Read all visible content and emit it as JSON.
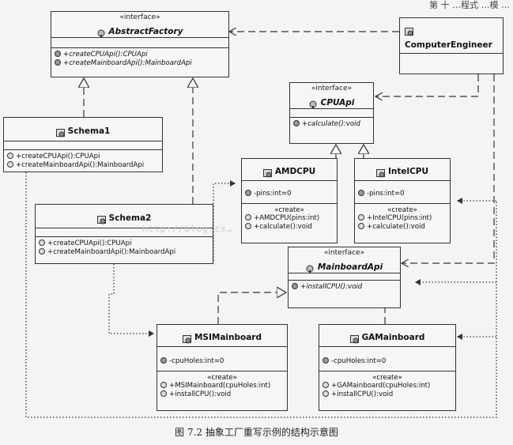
{
  "top_fragment": "第 十 …程式 …模 …",
  "caption": "图 7.2    抽象工厂重写示例的结构示意图",
  "watermark": "http://blog.cs…",
  "classes": {
    "abstract_factory": {
      "stereotype": "«interface»",
      "name": "AbstractFactory",
      "ops": [
        "+createCPUApi():CPUApi",
        "+createMainboardApi():MainboardApi"
      ]
    },
    "computer_engineer": {
      "name": "ComputerEngineer"
    },
    "cpu_api": {
      "stereotype": "«interface»",
      "name": "CPUApi",
      "ops": [
        "+calculate():void"
      ]
    },
    "schema1": {
      "name": "Schema1",
      "ops": [
        "+createCPUApi():CPUApi",
        "+createMainboardApi():MainboardApi"
      ]
    },
    "amd_cpu": {
      "name": "AMDCPU",
      "attrs": [
        "-pins:int=0"
      ],
      "create_label": "«create»",
      "ops": [
        "+AMDCPU(pins:int)",
        "+calculate():void"
      ]
    },
    "intel_cpu": {
      "name": "IntelCPU",
      "attrs": [
        "-pins:int=0"
      ],
      "create_label": "«create»",
      "ops": [
        "+IntelCPU(pins:int)",
        "+calculate():void"
      ]
    },
    "schema2": {
      "name": "Schema2",
      "ops": [
        "+createCPUApi():CPUApi",
        "+createMainboardApi():MainboardApi"
      ]
    },
    "mainboard_api": {
      "stereotype": "«interface»",
      "name": "MainboardApi",
      "ops": [
        "+installCPU():void"
      ]
    },
    "msi_mainboard": {
      "name": "MSIMainboard",
      "attrs": [
        "-cpuHoles:int=0"
      ],
      "create_label": "«create»",
      "ops": [
        "+MSIMainboard(cpuHoles:int)",
        "+installCPU():void"
      ]
    },
    "ga_mainboard": {
      "name": "GAMainboard",
      "attrs": [
        "-cpuHoles:int=0"
      ],
      "create_label": "«create»",
      "ops": [
        "+GAMainboard(cpuHoles:int)",
        "+installCPU():void"
      ]
    }
  }
}
